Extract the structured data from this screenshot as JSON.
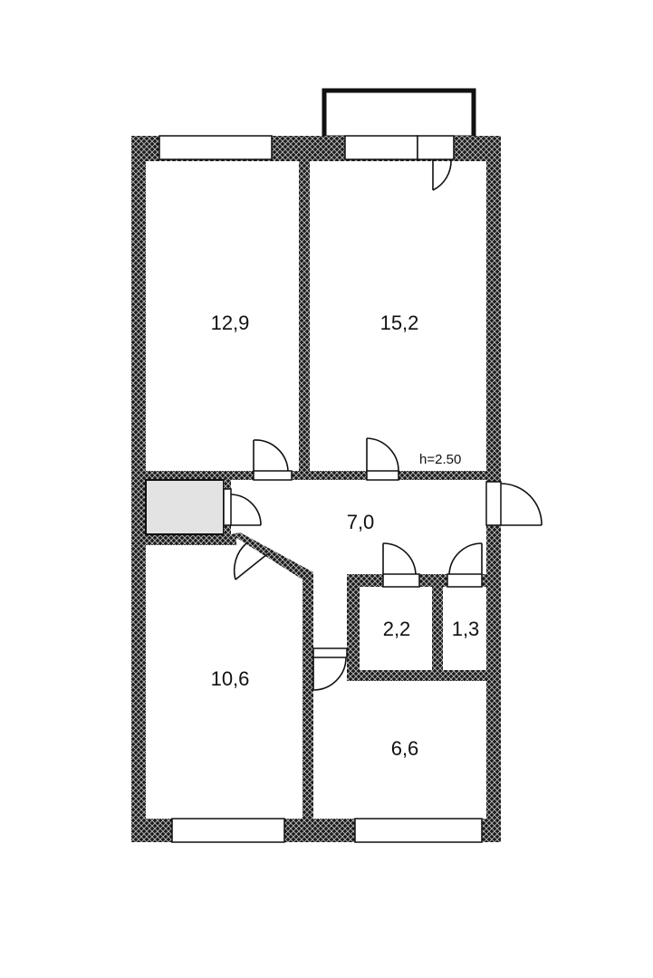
{
  "floor_plan": {
    "ceiling_height": "h=2.50",
    "rooms": [
      {
        "id": "room-a",
        "area": "12,9"
      },
      {
        "id": "room-b",
        "area": "15,2"
      },
      {
        "id": "hallway",
        "area": "7,0"
      },
      {
        "id": "bathroom",
        "area": "2,2"
      },
      {
        "id": "toilet",
        "area": "1,3"
      },
      {
        "id": "room-c",
        "area": "10,6"
      },
      {
        "id": "kitchen",
        "area": "6,6"
      }
    ]
  },
  "colors": {
    "wall": "#1a1a1a",
    "wall_hatch": "#bdbdbd",
    "background": "#ffffff",
    "closet_fill": "#e3e3e3"
  }
}
